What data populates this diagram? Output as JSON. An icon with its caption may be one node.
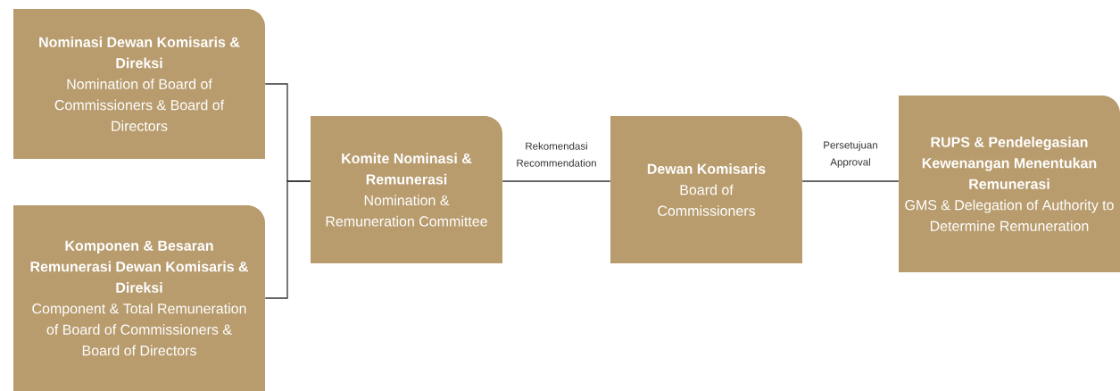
{
  "diagram": {
    "nodes": [
      {
        "text": [
          "Nominasi Dewan Komisaris & Direksi",
          "Nomination of Board of Commissioners & Board of Directors"
        ]
      },
      {
        "text": [
          "Komponen & Besaran Remunerasi Dewan Komisaris & Direksi",
          "Component & Total Remuneration of Board of Commissioners & Board of Directors"
        ]
      },
      {
        "text": [
          "Komite Nominasi & Remunerasi",
          "Nomination & Remuneration Committee"
        ]
      },
      {
        "text": [
          "Dewan Komisaris",
          "Board of Commissioners"
        ]
      },
      {
        "text": [
          "RUPS & Pendelegasian Kewenangan Menentukan Remunerasi",
          "GMS & Delegation of Authority to Determine Remuneration"
        ]
      }
    ],
    "edges": [
      {
        "from": 0,
        "to": 2,
        "arrow": "none"
      },
      {
        "from": 1,
        "to": 2,
        "arrow": "none"
      },
      {
        "from": 2,
        "to": 3,
        "arrow": "none",
        "label": "Rekomendasi Recommendation"
      },
      {
        "from": 3,
        "to": 4,
        "arrow": "none",
        "label": "Persetujuan Approval"
      }
    ]
  }
}
